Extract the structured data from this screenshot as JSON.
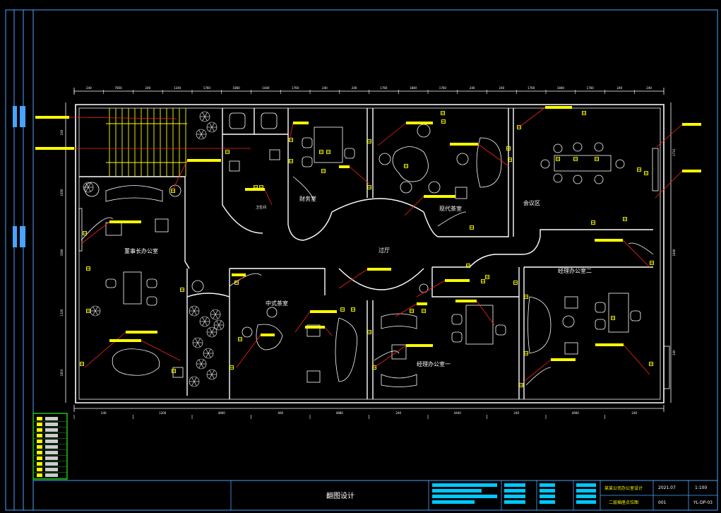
{
  "drawing": {
    "room_labels": {
      "finance": "财务室",
      "modern_tea": "现代茶室",
      "conference": "会议区",
      "chairman": "董事长办公室",
      "hall": "过厅",
      "chinese_tea": "中式茶室",
      "gm2": "经理办公室二",
      "gm1": "经理办公室一",
      "restroom": "卫生间"
    },
    "dims_top": [
      "240",
      "7850",
      "240",
      "1240",
      "1760",
      "1860",
      "1440",
      "1760",
      "240",
      "240",
      "1760",
      "1840",
      "1760",
      "240",
      "240",
      "1760",
      "1840",
      "1760",
      "240",
      "240"
    ],
    "dims_bottom": [
      "240",
      "1200",
      "4800",
      "400",
      "4880",
      "240",
      "4440",
      "240",
      "4900",
      "240"
    ],
    "dims_left": [
      "240",
      "1650",
      "3360",
      "1320",
      "1810"
    ],
    "dims_right": [
      "1710",
      "1840",
      "240"
    ]
  },
  "title_block": {
    "stamp_text": "翻图设计",
    "project_line": "某某公司办公室设计",
    "drawing_title": "二层插座点位图",
    "date": "2021.07",
    "scale": "1:100",
    "sheet_no": "YL-DP-03",
    "page": "001"
  },
  "colors": {
    "background": "#000000",
    "wall": "#ffffff",
    "frame": "#4aa3ff",
    "label_bar": "#ffff00",
    "leader": "#ff2020",
    "symbol": "#ffff00",
    "legend_border": "#22cc22",
    "title_fill": "#00c8ff"
  }
}
